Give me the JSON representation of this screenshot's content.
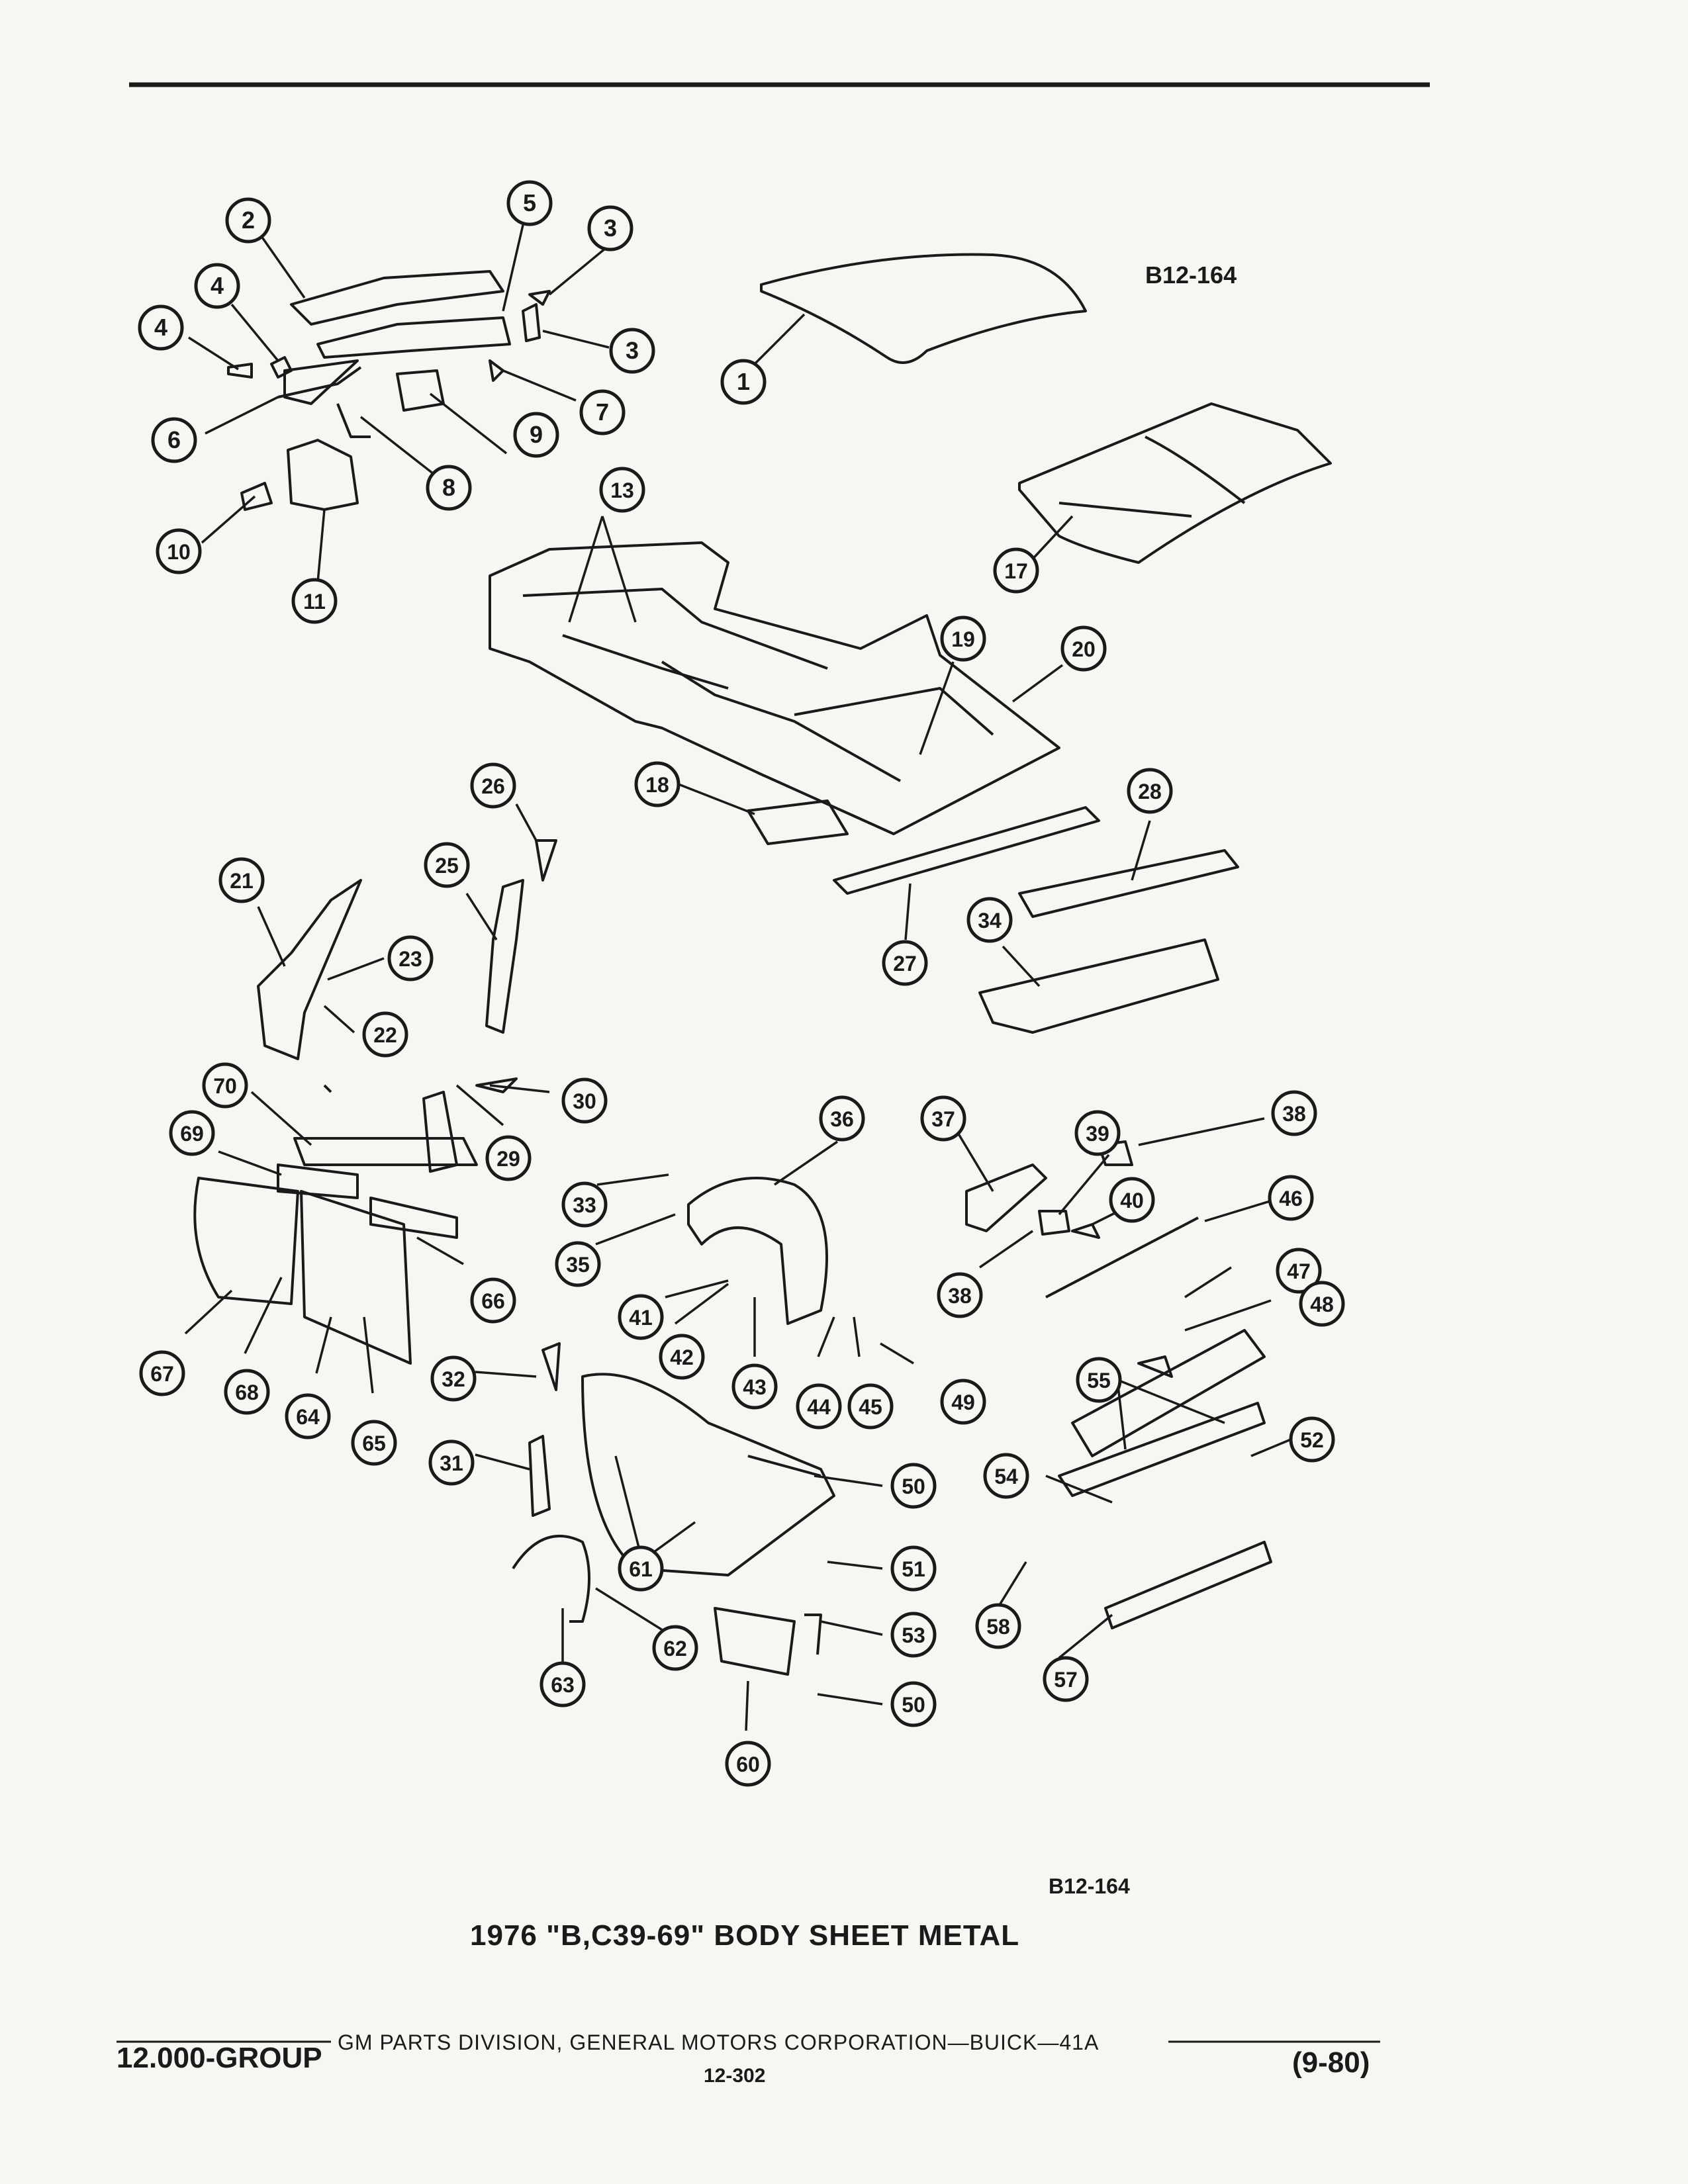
{
  "figure_code": "B12-164",
  "caption": "1976 \"B,C39-69\" BODY SHEET METAL",
  "footer": {
    "division": "GM PARTS DIVISION, GENERAL MOTORS CORPORATION—BUICK—41A",
    "group": "12.000-GROUP",
    "page": "12-302",
    "date": "(9-80)"
  },
  "callouts": [
    "2",
    "5",
    "3",
    "4",
    "3",
    "4",
    "1",
    "6",
    "7",
    "9",
    "8",
    "10",
    "11",
    "13",
    "17",
    "19",
    "20",
    "18",
    "26",
    "28",
    "21",
    "25",
    "23",
    "22",
    "27",
    "34",
    "30",
    "29",
    "70",
    "69",
    "36",
    "37",
    "39",
    "38",
    "46",
    "40",
    "33",
    "35",
    "66",
    "41",
    "38",
    "47",
    "48",
    "42",
    "43",
    "44",
    "45",
    "49",
    "67",
    "68",
    "64",
    "65",
    "32",
    "55",
    "52",
    "31",
    "54",
    "50",
    "61",
    "51",
    "58",
    "53",
    "62",
    "63",
    "50",
    "57",
    "60"
  ]
}
